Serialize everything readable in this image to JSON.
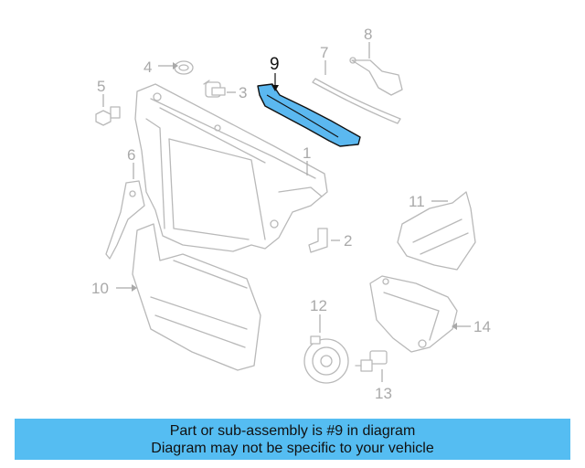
{
  "diagram": {
    "callouts": {
      "c1": "1",
      "c2": "2",
      "c3": "3",
      "c4": "4",
      "c5": "5",
      "c6": "6",
      "c7": "7",
      "c8": "8",
      "c9": "9",
      "c10": "10",
      "c11": "11",
      "c12": "12",
      "c13": "13",
      "c14": "14"
    },
    "highlight_color": "#5bb8f0",
    "line_color": "#b9b9b9"
  },
  "banner": {
    "line1": "Part or sub-assembly is #9 in diagram",
    "line2": "Diagram may not be specific to your vehicle",
    "background": "#55bdf2"
  }
}
